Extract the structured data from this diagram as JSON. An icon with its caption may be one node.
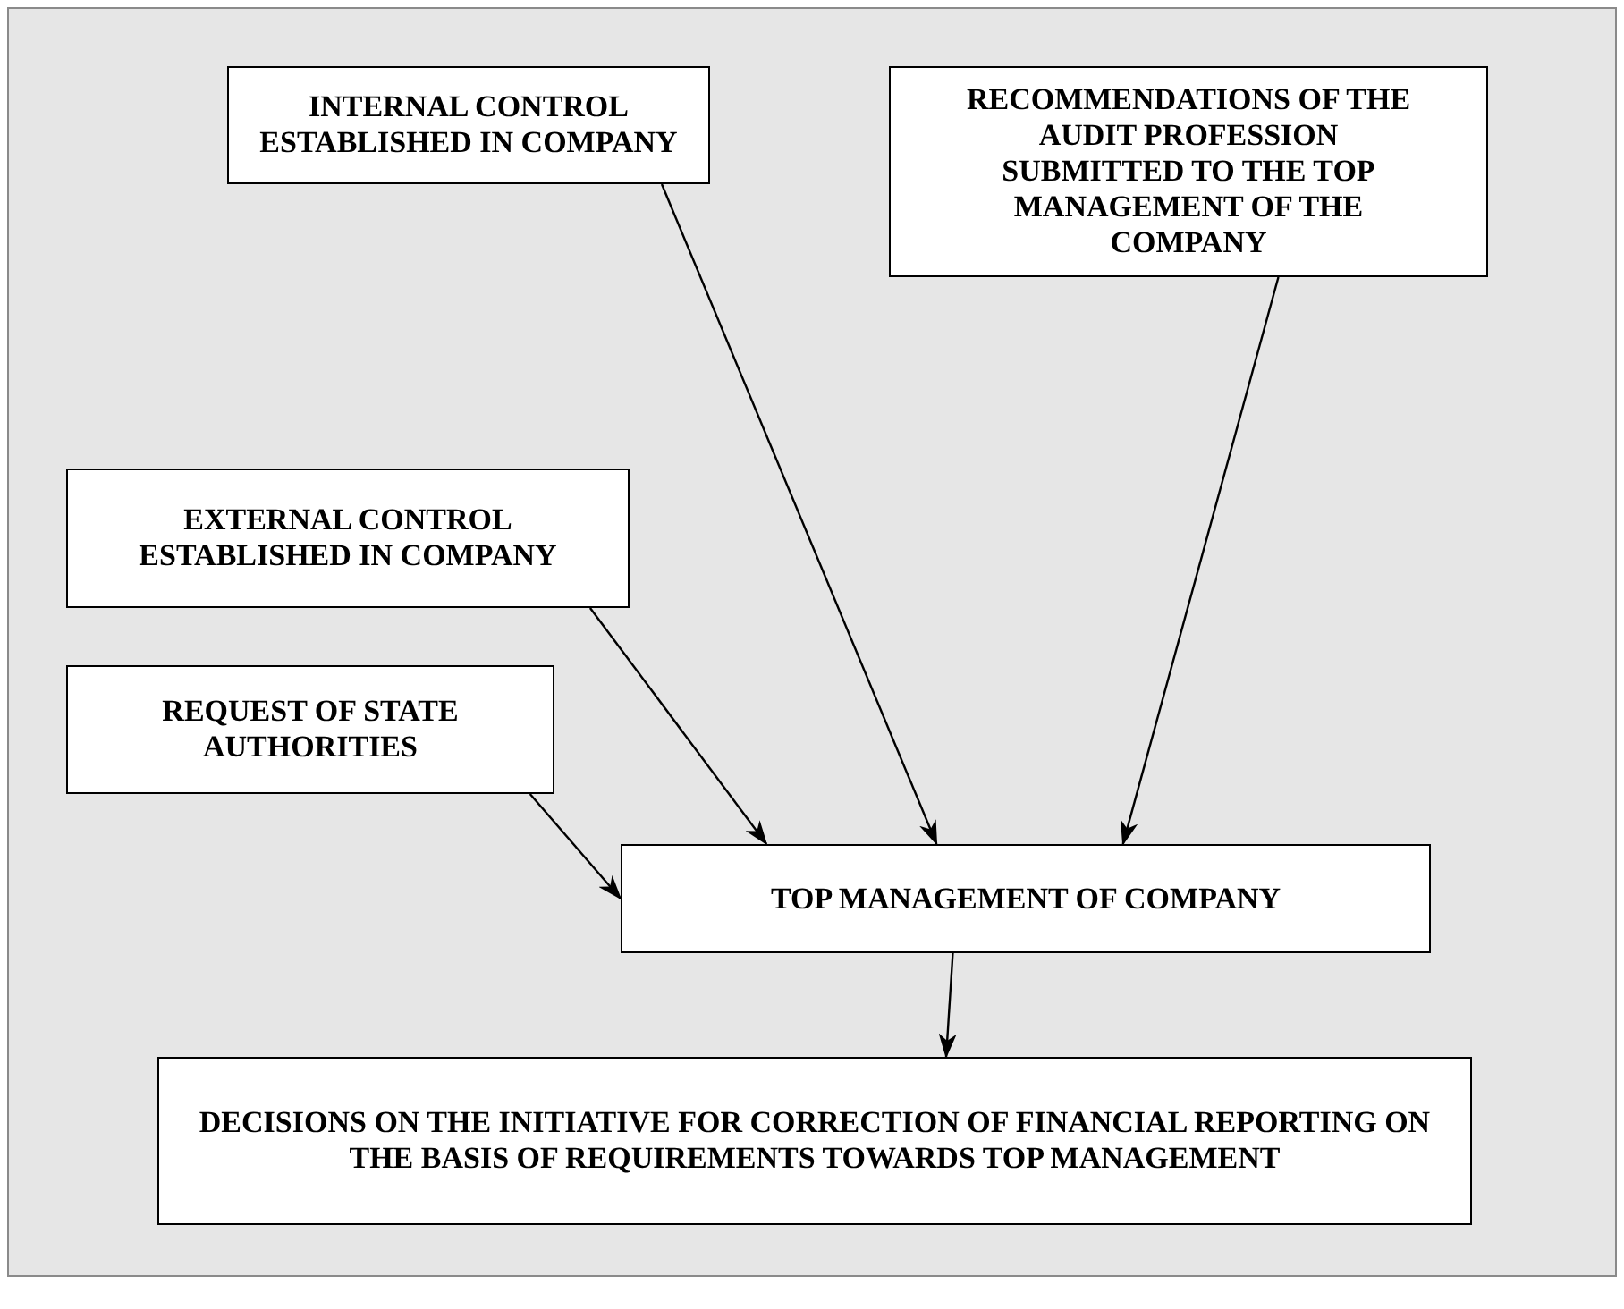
{
  "diagram": {
    "nodes": [
      {
        "text": [
          "INTERNAL CONTROL ESTABLISHED IN COMPANY"
        ]
      },
      {
        "text": [
          "RECOMMENDATIONS OF THE AUDIT PROFESSION SUBMITTED TO THE TOP MANAGEMENT OF THE COMPANY"
        ]
      },
      {
        "text": [
          "EXTERNAL CONTROL ESTABLISHED IN COMPANY"
        ]
      },
      {
        "text": [
          "REQUEST OF STATE AUTHORITIES"
        ]
      },
      {
        "text": [
          "TOP MANAGEMENT OF COMPANY"
        ]
      },
      {
        "text": [
          "DECISIONS ON THE INITIATIVE FOR CORRECTION OF FINANCIAL REPORTING ON THE BASIS OF REQUIREMENTS TOWARDS TOP MANAGEMENT"
        ]
      }
    ],
    "edges": [
      {
        "from": 0,
        "to": 4,
        "arrow": "to"
      },
      {
        "from": 1,
        "to": 4,
        "arrow": "to"
      },
      {
        "from": 2,
        "to": 4,
        "arrow": "to"
      },
      {
        "from": 3,
        "to": 4,
        "arrow": "to"
      },
      {
        "from": 4,
        "to": 5,
        "arrow": "to"
      }
    ]
  }
}
